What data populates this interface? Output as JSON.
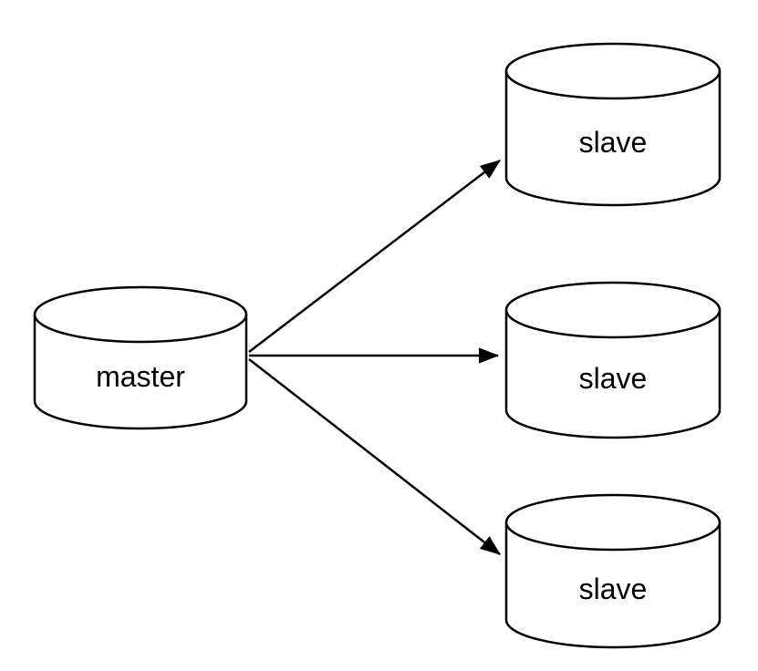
{
  "diagram": {
    "type": "database-replication-topology",
    "master": {
      "label": "master"
    },
    "slaves": [
      {
        "label": "slave"
      },
      {
        "label": "slave"
      },
      {
        "label": "slave"
      }
    ],
    "edges": [
      {
        "from": "master",
        "to": "slave-1",
        "style": "arrow"
      },
      {
        "from": "master",
        "to": "slave-2",
        "style": "arrow"
      },
      {
        "from": "master",
        "to": "slave-3",
        "style": "arrow"
      }
    ],
    "colors": {
      "stroke": "#000000",
      "node_fill": "#ffffff",
      "background": "#ffffff"
    }
  }
}
